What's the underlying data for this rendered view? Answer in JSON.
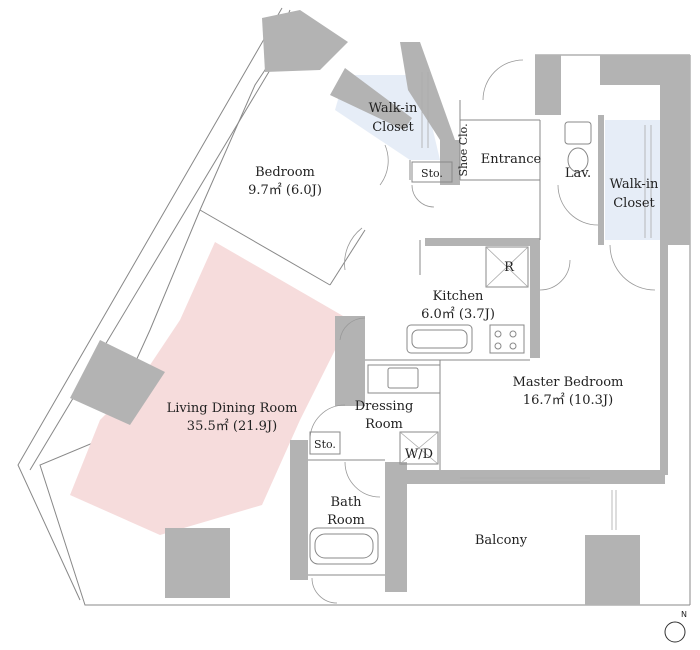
{
  "rooms": {
    "walkin1": {
      "line1": "Walk-in",
      "line2": "Closet"
    },
    "bedroom": {
      "name": "Bedroom",
      "area": "9.7㎡ (6.0J)"
    },
    "sto1": "Sto.",
    "shoe": "Shoe Clo.",
    "entrance": "Entrance",
    "lav": "Lav.",
    "walkin2": {
      "line1": "Walk-in",
      "line2": "Closet"
    },
    "fridge": "R",
    "kitchen": {
      "name": "Kitchen",
      "area": "6.0㎡ (3.7J)"
    },
    "master": {
      "name": "Master Bedroom",
      "area": "16.7㎡ (10.3J)"
    },
    "living": {
      "name": "Living Dining Room",
      "area": "35.5㎡ (21.9J)"
    },
    "dressing": {
      "line1": "Dressing",
      "line2": "Room"
    },
    "wd": "W/D",
    "sto2": "Sto.",
    "bath": {
      "line1": "Bath",
      "line2": "Room"
    },
    "balcony": "Balcony"
  },
  "compass": "N",
  "colors": {
    "wall": "#b3b3b3",
    "living_floor": "#f6dcdc",
    "closet_floor": "#e6edf7"
  }
}
